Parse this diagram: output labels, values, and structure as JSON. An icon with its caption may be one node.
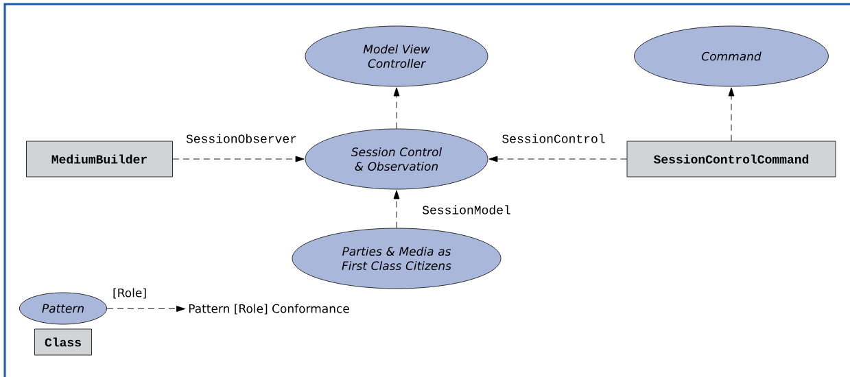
{
  "diagram": {
    "nodes": [
      {
        "text": [
          "Model View Controller"
        ]
      },
      {
        "text": [
          "Command"
        ]
      },
      {
        "text": [
          "MediumBuilder"
        ]
      },
      {
        "text": [
          "Session Control & Observation"
        ]
      },
      {
        "text": [
          "SessionControlCommand"
        ]
      },
      {
        "text": [
          "Parties & Media as First Class Citizens"
        ]
      },
      {
        "text": [
          "Pattern"
        ]
      },
      {
        "text": [
          "Pattern [Role] Conformance"
        ]
      },
      {
        "text": [
          "Class"
        ]
      }
    ],
    "edges": [
      {
        "from": 3,
        "to": 0,
        "arrow": "to",
        "style": "dashed"
      },
      {
        "from": 4,
        "to": 1,
        "arrow": "to",
        "style": "dashed"
      },
      {
        "from": 2,
        "to": 3,
        "arrow": "to",
        "style": "dashed",
        "label": "SessionObserver"
      },
      {
        "from": 4,
        "to": 3,
        "arrow": "to",
        "style": "dashed",
        "label": "SessionControl"
      },
      {
        "from": 5,
        "to": 3,
        "arrow": "to",
        "style": "dashed",
        "label": "SessionModel"
      },
      {
        "from": 6,
        "to": 7,
        "arrow": "to",
        "style": "dashed",
        "label": "[Role]"
      }
    ]
  }
}
